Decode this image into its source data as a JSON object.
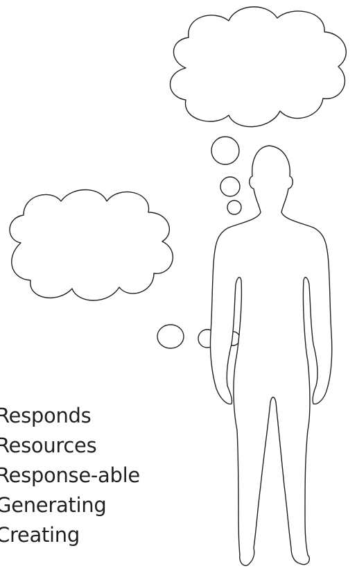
{
  "words": [
    "Responds",
    "Resources",
    "Response-able",
    "Generating",
    "Creating"
  ],
  "colors": {
    "line": "#231f20",
    "background": "#ffffff"
  }
}
